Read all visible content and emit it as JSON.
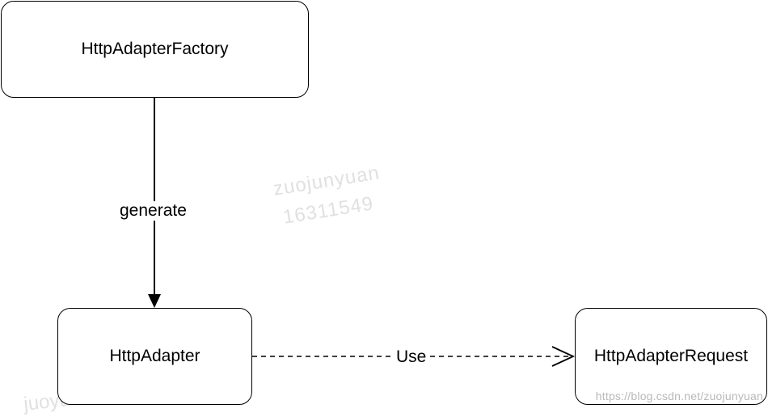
{
  "nodes": {
    "factory": "HttpAdapterFactory",
    "adapter": "HttpAdapter",
    "request": "HttpAdapterRequest"
  },
  "edges": {
    "generate": "generate",
    "use": "Use"
  },
  "watermark": {
    "name": "zuojunyuan",
    "number": "16311549",
    "name_partial": "juoyuan",
    "url": "https://blog.csdn.net/zuojunyuan"
  },
  "colors": {
    "stroke": "#000000",
    "background": "#ffffff",
    "watermark": "#d9d9d9"
  }
}
